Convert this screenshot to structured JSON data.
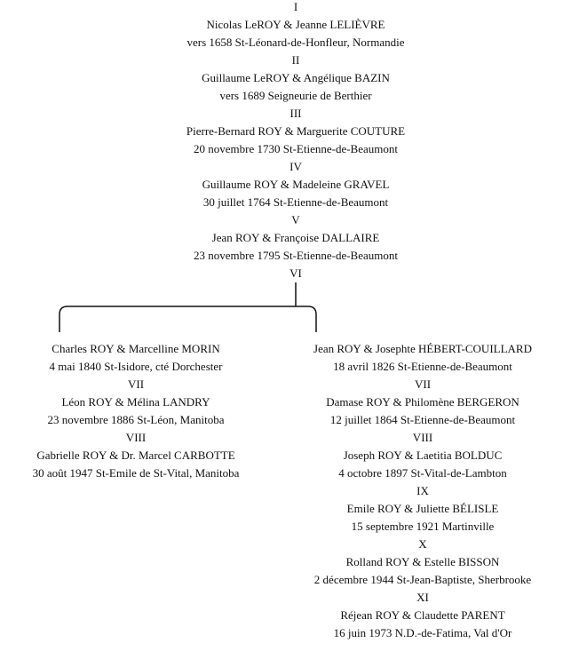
{
  "main": [
    {
      "gen": "I",
      "couple": "Nicolas LeROY  &  Jeanne LELIÈVRE",
      "event": "vers 1658  St-Léonard-de-Honfleur, Normandie"
    },
    {
      "gen": "II",
      "couple": "Guillaume LeROY  &  Angélique BAZIN",
      "event": "vers 1689  Seigneurie de Berthier"
    },
    {
      "gen": "III",
      "couple": "Pierre-Bernard ROY  &  Marguerite COUTURE",
      "event": "20 novembre 1730  St-Etienne-de-Beaumont"
    },
    {
      "gen": "IV",
      "couple": "Guillaume ROY  &  Madeleine GRAVEL",
      "event": "30 juillet 1764  St-Etienne-de-Beaumont"
    },
    {
      "gen": "V",
      "couple": "Jean ROY  &  Françoise DALLAIRE",
      "event": "23 novembre 1795  St-Etienne-de-Beaumont"
    },
    {
      "gen": "VI"
    }
  ],
  "left_branch": [
    {
      "couple": "Charles ROY  &  Marcelline MORIN",
      "event": "4 mai 1840  St-Isidore, cté Dorchester"
    },
    {
      "gen": "VII",
      "couple": "Léon ROY  &  Mélina LANDRY",
      "event": "23 novembre 1886  St-Léon, Manitoba"
    },
    {
      "gen": "VIII",
      "couple": "Gabrielle ROY  &  Dr. Marcel CARBOTTE",
      "event": "30 août 1947  St-Emile de St-Vital, Manitoba"
    }
  ],
  "right_branch": [
    {
      "couple": "Jean ROY  &  Josephte HÉBERT-COUILLARD",
      "event": "18 avril 1826  St-Etienne-de-Beaumont"
    },
    {
      "gen": "VII",
      "couple": "Damase ROY  &  Philomène BERGERON",
      "event": "12 juillet 1864  St-Etienne-de-Beaumont"
    },
    {
      "gen": "VIII",
      "couple": "Joseph ROY  &  Laetitia BOLDUC",
      "event": "4 octobre 1897  St-Vital-de-Lambton"
    },
    {
      "gen": "IX",
      "couple": "Emile ROY  &  Juliette BÉLISLE",
      "event": "15 septembre 1921  Martinville"
    },
    {
      "gen": "X",
      "couple": "Rolland ROY  &  Estelle BISSON",
      "event": "2 décembre 1944  St-Jean-Baptiste, Sherbrooke"
    },
    {
      "gen": "XI",
      "couple": "Réjean ROY  &  Claudette PARENT",
      "event": "16 juin 1973  N.D.-de-Fatima, Val d'Or"
    }
  ]
}
